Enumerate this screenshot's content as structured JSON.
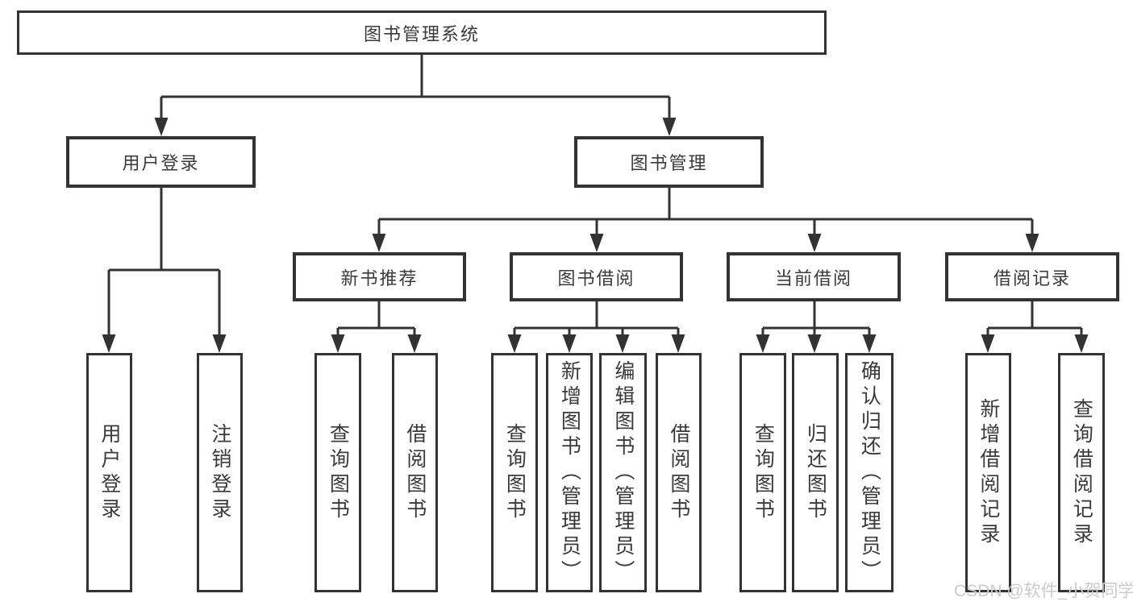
{
  "tree": {
    "label": "图书管理系统",
    "children": [
      {
        "label": "用户登录",
        "children": [
          {
            "label": "用户登录"
          },
          {
            "label": "注销登录"
          }
        ]
      },
      {
        "label": "图书管理",
        "children": [
          {
            "label": "新书推荐",
            "children": [
              {
                "label": "查询图书"
              },
              {
                "label": "借阅图书"
              }
            ]
          },
          {
            "label": "图书借阅",
            "children": [
              {
                "label": "查询图书"
              },
              {
                "label": "新增图书（管理员）"
              },
              {
                "label": "编辑图书（管理员）"
              },
              {
                "label": "借阅图书"
              }
            ]
          },
          {
            "label": "当前借阅",
            "children": [
              {
                "label": "查询图书"
              },
              {
                "label": "归还图书"
              },
              {
                "label": "确认归还（管理员）"
              }
            ]
          },
          {
            "label": "借阅记录",
            "children": [
              {
                "label": "新增借阅记录"
              },
              {
                "label": "查询借阅记录"
              }
            ]
          }
        ]
      }
    ]
  },
  "watermark": {
    "text": "CSDN @软件_小贺同学"
  },
  "colors": {
    "line": "#333333",
    "box_border": "#333333",
    "text": "#3a3a3a",
    "watermark": "#cbcbcb",
    "background": "#ffffff"
  }
}
